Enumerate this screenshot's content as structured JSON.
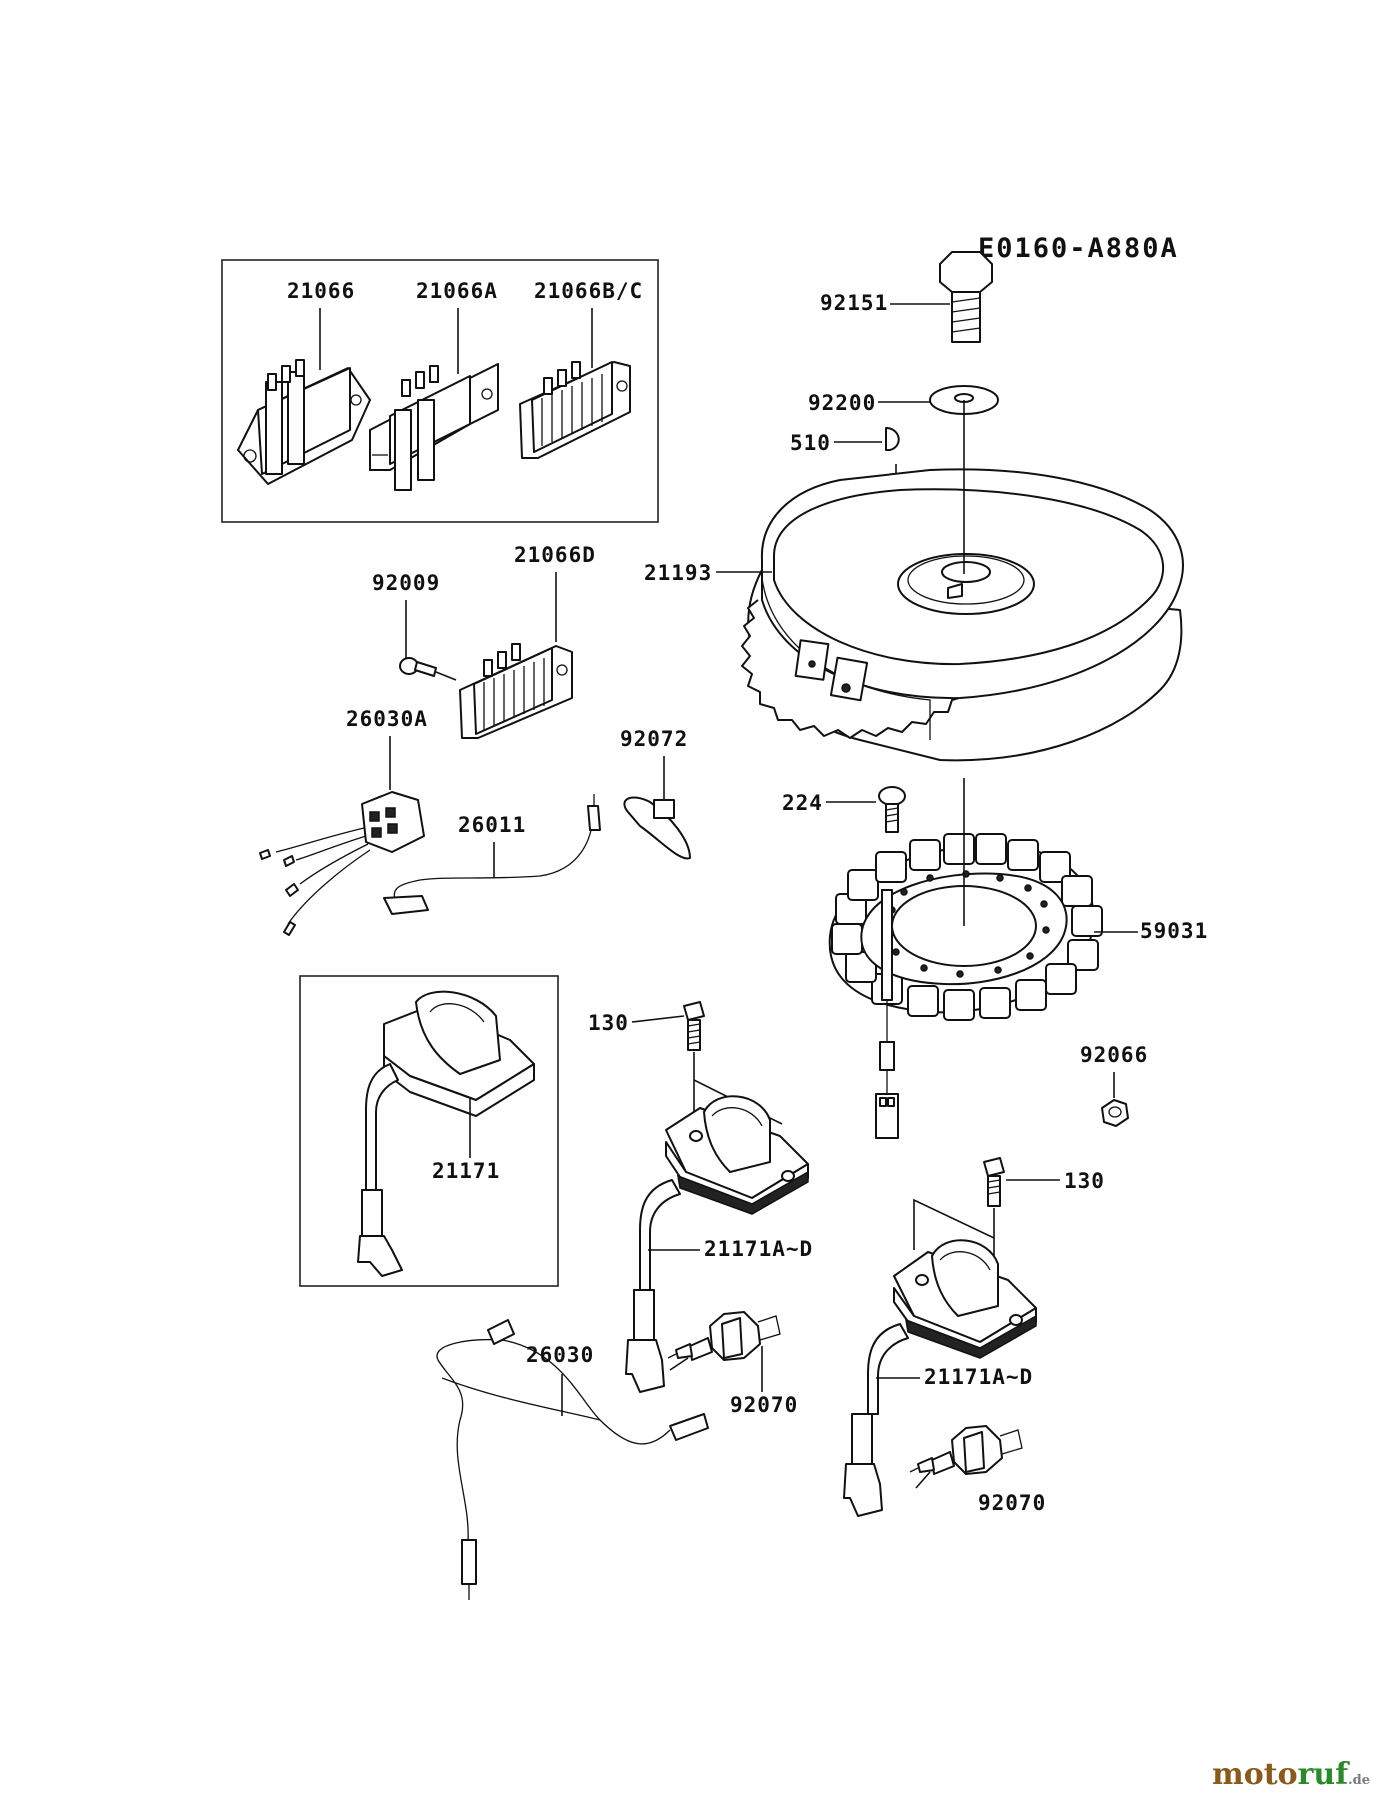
{
  "diagram_code": "E0160-A880A",
  "parts": {
    "p21066": "21066",
    "p21066A": "21066A",
    "p21066BC": "21066B/C",
    "p21066D": "21066D",
    "p92009": "92009",
    "p26030A": "26030A",
    "p92072": "92072",
    "p26011": "26011",
    "p21171": "21171",
    "p130a": "130",
    "p130b": "130",
    "p21171AD_1": "21171A~D",
    "p21171AD_2": "21171A~D",
    "p92070_1": "92070",
    "p92070_2": "92070",
    "p26030": "26030",
    "p92151": "92151",
    "p92200": "92200",
    "p510": "510",
    "p21193": "21193",
    "p224": "224",
    "p59031": "59031",
    "p92066": "92066"
  },
  "watermark": {
    "part1": "moto",
    "part2": "ruf",
    "part3": ".de"
  }
}
